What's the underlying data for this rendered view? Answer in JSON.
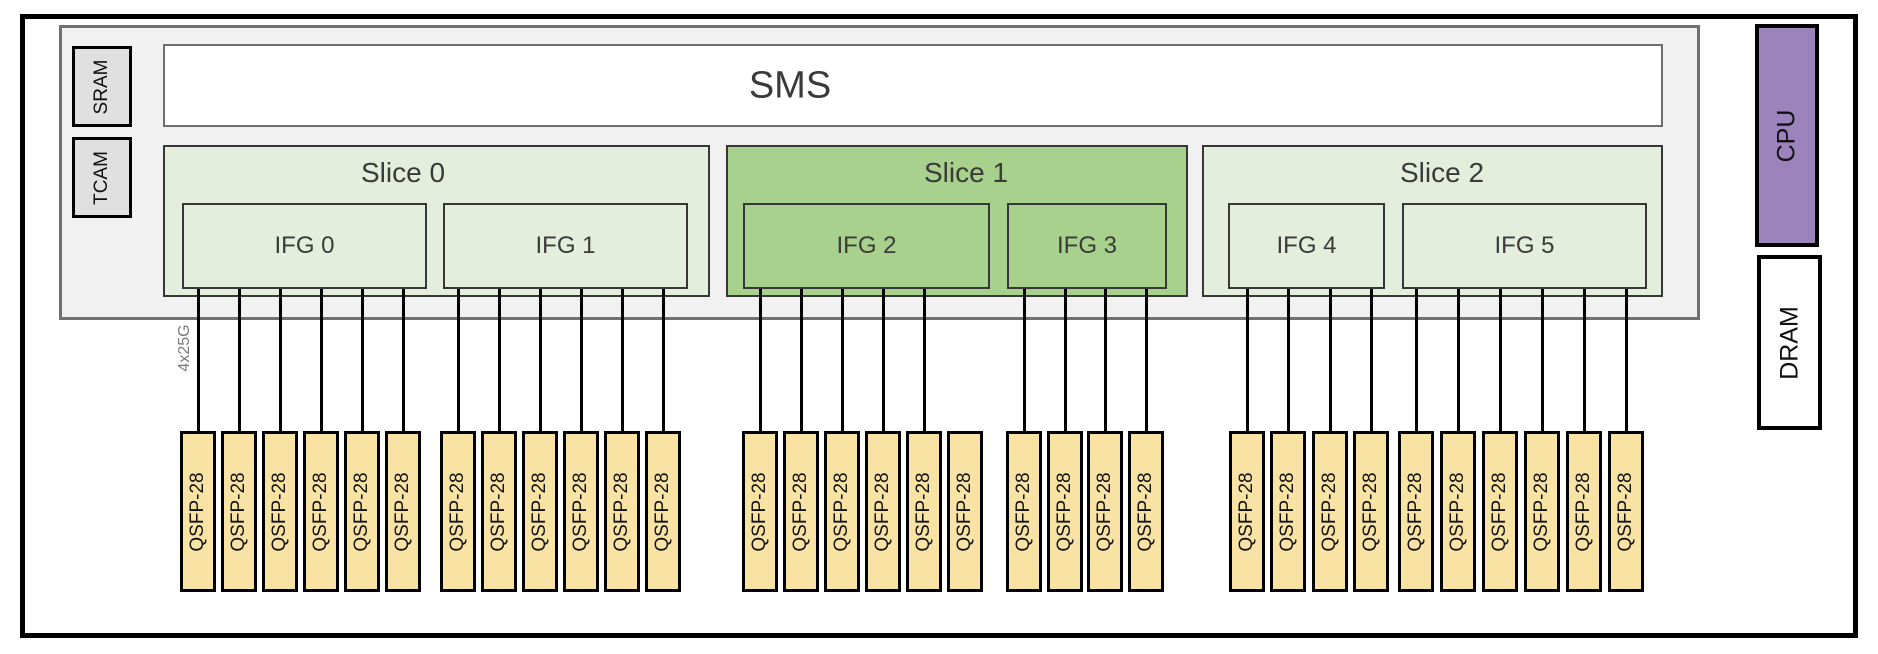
{
  "diagram": {
    "sms": {
      "label": "SMS"
    },
    "memories": [
      {
        "label": "SRAM"
      },
      {
        "label": "TCAM"
      }
    ],
    "cpu": {
      "label": "CPU"
    },
    "dram": {
      "label": "DRAM"
    },
    "link_speed": {
      "label": "4x25G"
    },
    "slices": [
      {
        "label": "Slice 0",
        "highlighted": false,
        "ifgs": [
          {
            "label": "IFG 0",
            "ports": 6
          },
          {
            "label": "IFG 1",
            "ports": 6
          }
        ]
      },
      {
        "label": "Slice 1",
        "highlighted": true,
        "ifgs": [
          {
            "label": "IFG 2",
            "ports": 6
          },
          {
            "label": "IFG 3",
            "ports": 4
          }
        ]
      },
      {
        "label": "Slice 2",
        "highlighted": false,
        "ifgs": [
          {
            "label": "IFG 4",
            "ports": 4
          },
          {
            "label": "IFG 5",
            "ports": 6
          }
        ]
      }
    ],
    "ports": {
      "label": "QSFP-28",
      "groups": [
        {
          "ifg": "IFG 0",
          "count": 6,
          "connected": 6
        },
        {
          "ifg": "IFG 1",
          "count": 6,
          "connected": 6
        },
        {
          "ifg": "IFG 2",
          "count": 6,
          "connected": 5
        },
        {
          "ifg": "IFG 3",
          "count": 4,
          "connected": 4
        },
        {
          "ifg": "IFG 4",
          "count": 4,
          "connected": 4
        },
        {
          "ifg": "IFG 5",
          "count": 6,
          "connected": 6
        }
      ]
    },
    "colors": {
      "slice_light": "#E3EFDC",
      "slice_highlight": "#A9D18E",
      "port_fill": "#F8E3A5",
      "cpu_fill": "#9D83BC",
      "memory_fill": "#E0E0E0",
      "chip_fill": "#F2F1F1"
    }
  }
}
